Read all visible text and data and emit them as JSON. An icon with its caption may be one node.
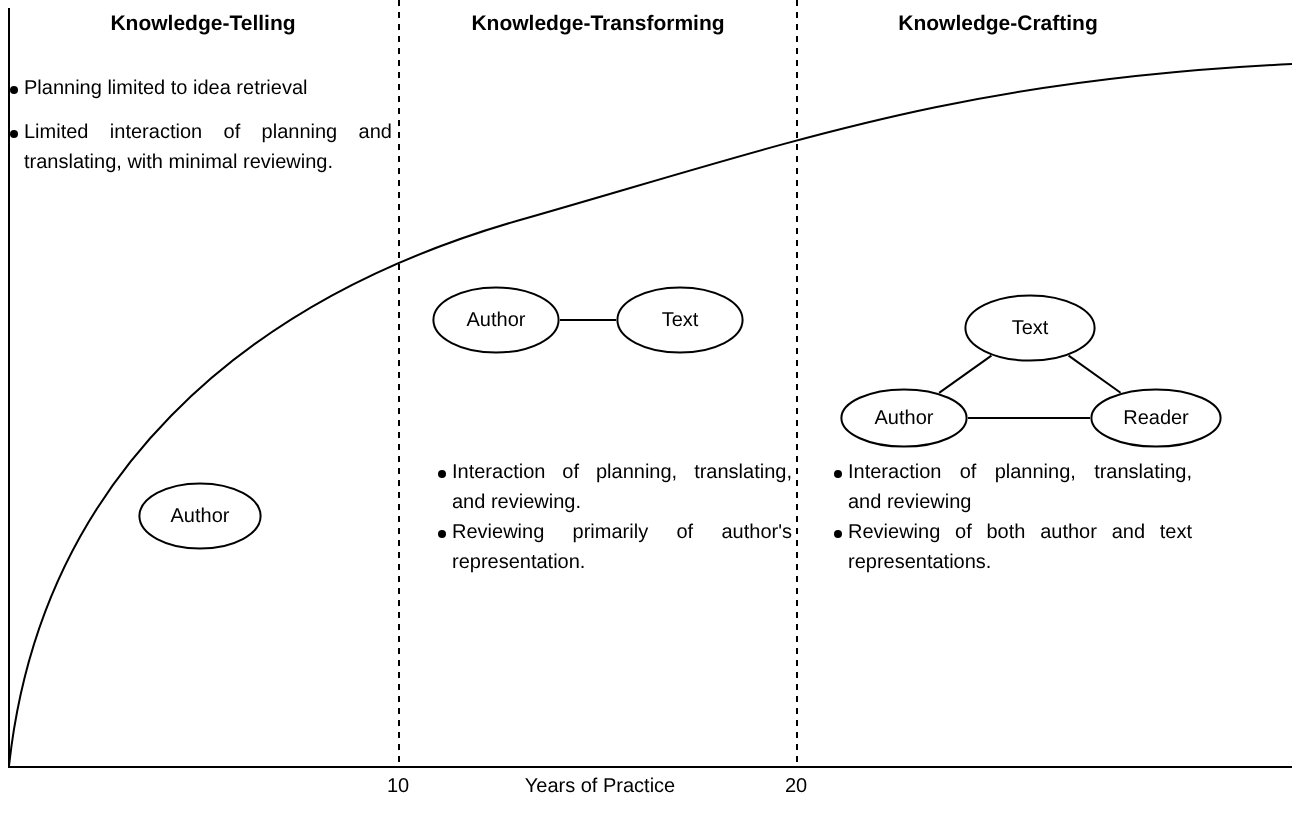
{
  "diagram": {
    "nodes": [
      {
        "text": [
          "Author"
        ]
      },
      {
        "text": [
          "Author"
        ]
      },
      {
        "text": [
          "Text"
        ]
      },
      {
        "text": [
          "Text"
        ]
      },
      {
        "text": [
          "Author"
        ]
      },
      {
        "text": [
          "Reader"
        ]
      }
    ],
    "edges": [
      {
        "from": 1,
        "to": 2,
        "arrow": "none"
      },
      {
        "from": 3,
        "to": 4,
        "arrow": "none"
      },
      {
        "from": 3,
        "to": 5,
        "arrow": "none"
      },
      {
        "from": 4,
        "to": 5,
        "arrow": "none"
      }
    ],
    "labels": [
      "Knowledge-Telling",
      "Knowledge-Transforming",
      "Knowledge-Crafting",
      "Planning limited to idea retrieval",
      "Limited interaction of planning and translating, with minimal reviewing.",
      "Interaction of planning, translating, and reviewing.",
      "Reviewing primarily of author's representation.",
      "Interaction of planning, translating, and reviewing",
      "Reviewing of both author and text representations.",
      "10",
      "Years of Practice",
      "20"
    ]
  }
}
